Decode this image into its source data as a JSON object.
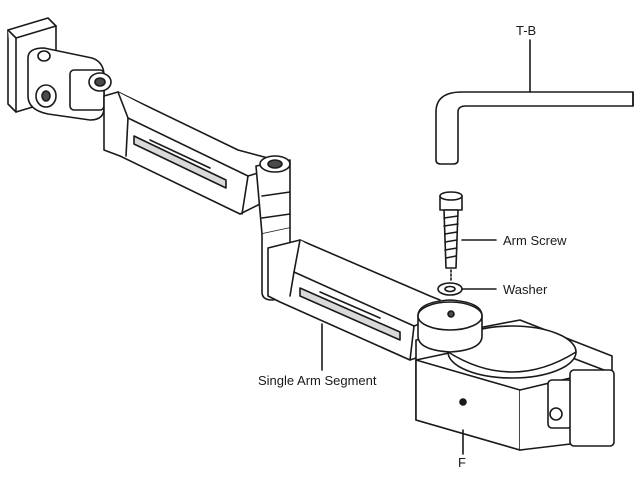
{
  "labels": {
    "tool": "T-B",
    "screw": "Arm Screw",
    "washer": "Washer",
    "segment": "Single Arm Segment",
    "clamp": "F"
  },
  "colors": {
    "stroke": "#1a1a1a",
    "fill": "#ffffff",
    "shade": "#d9d9d9",
    "dark": "#4a4a4a"
  }
}
